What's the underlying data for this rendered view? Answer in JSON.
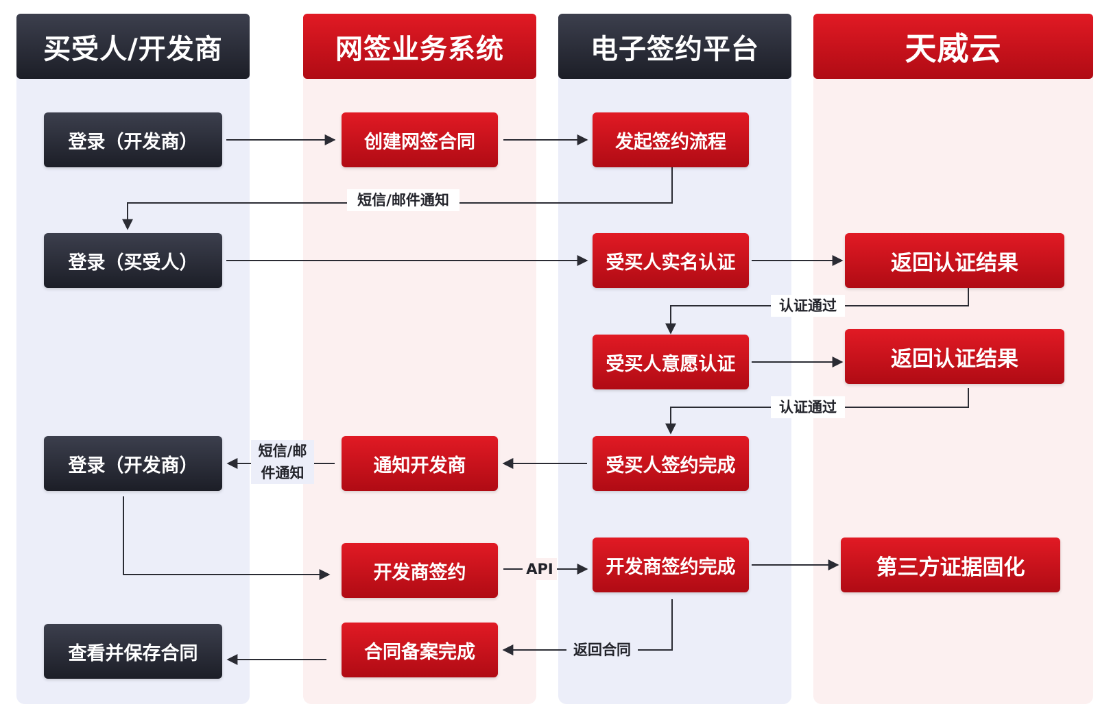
{
  "lanes": {
    "buyer": "买受人/开发商",
    "online": "网签业务系统",
    "esign": "电子签约平台",
    "tianwei": "天威云"
  },
  "boxes": {
    "login_dev_1": "登录（开发商）",
    "create_contract": "创建网签合同",
    "start_sign": "发起签约流程",
    "login_buyer": "登录（买受人）",
    "buyer_realname": "受买人实名认证",
    "return_result_1": "返回认证结果",
    "buyer_will": "受买人意愿认证",
    "return_result_2": "返回认证结果",
    "login_dev_2": "登录（开发商）",
    "notify_dev": "通知开发商",
    "buyer_sign_done": "受买人签约完成",
    "dev_sign": "开发商签约",
    "dev_sign_done": "开发商签约完成",
    "third_party": "第三方证据固化",
    "view_save": "查看并保存合同",
    "filing_done": "合同备案完成"
  },
  "labels": {
    "sms_1": "短信/邮件通知",
    "auth_pass_1": "认证通过",
    "auth_pass_2": "认证通过",
    "sms_2_line1": "短信/邮",
    "sms_2_line2": "件通知",
    "api": "API",
    "return_contract": "返回合同"
  },
  "colors": {
    "dark": "#1c1e27",
    "red": "#c8101a",
    "lane_blue": "#eceef9",
    "lane_pink": "#fcf0f0",
    "line": "#2a2b33"
  }
}
